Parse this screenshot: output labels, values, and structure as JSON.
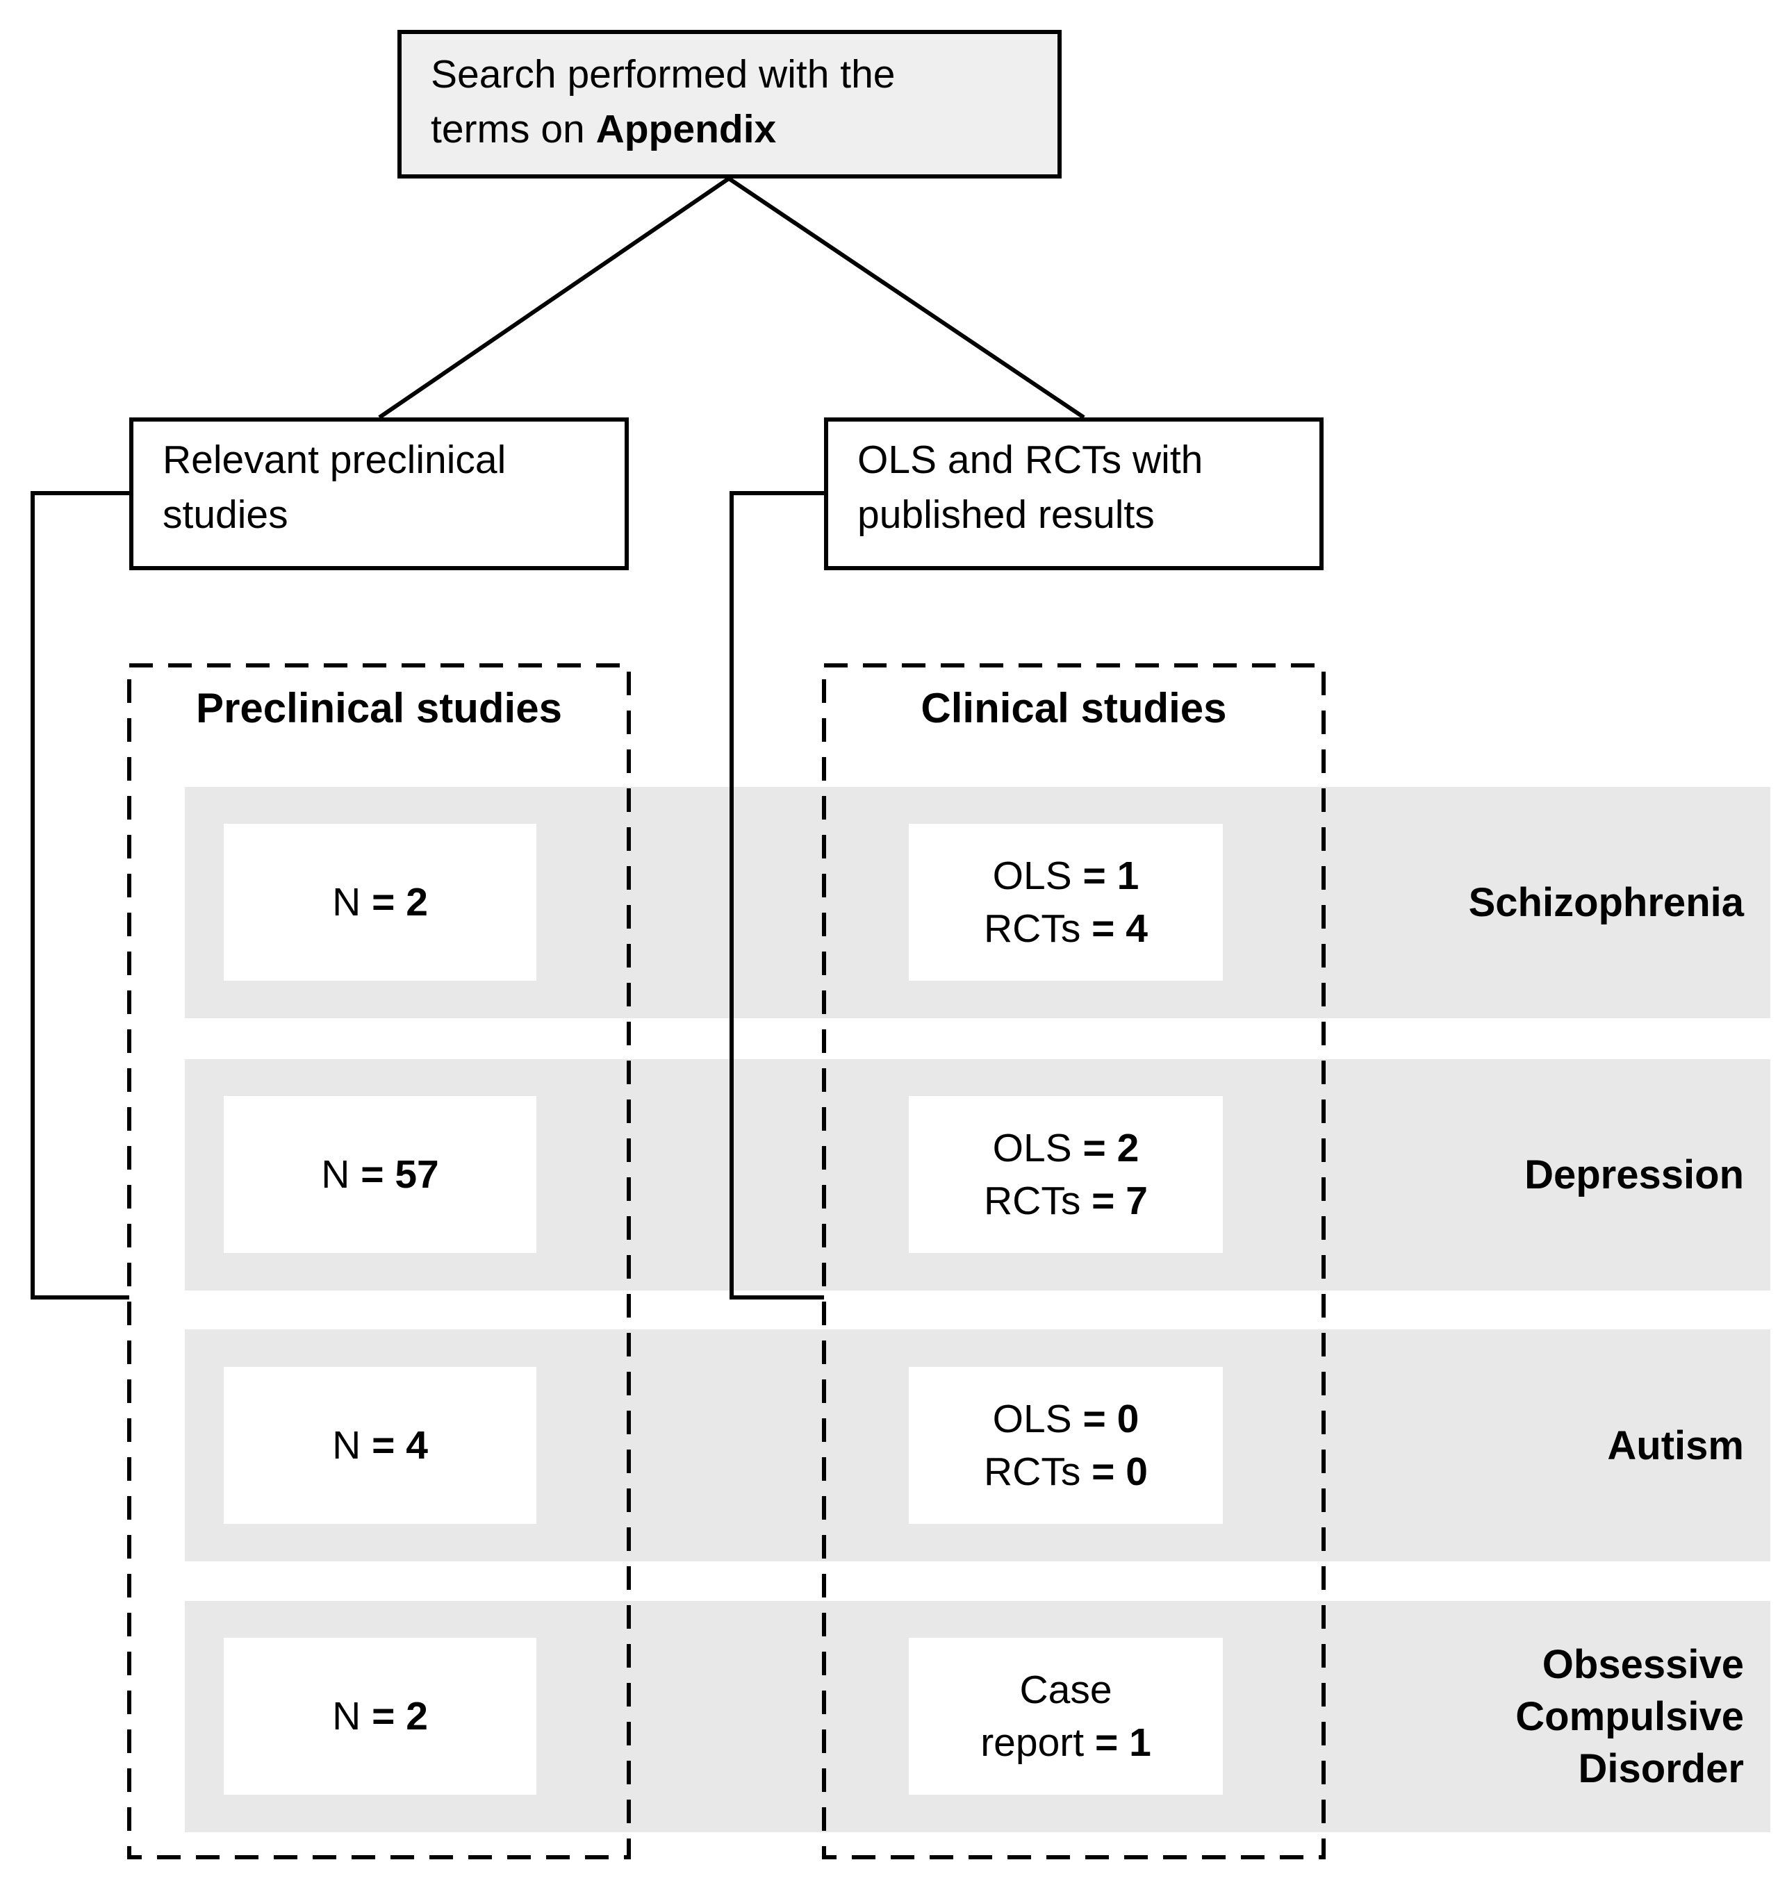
{
  "diagram": {
    "top_box": {
      "line1": "Search performed with the",
      "line2_prefix": "terms on ",
      "line2_bold": "Appendix"
    },
    "branch_left": {
      "text": "Relevant preclinical studies"
    },
    "branch_right": {
      "text": "OLS and RCTs with published results"
    },
    "panels": {
      "preclinical_title": "Preclinical studies",
      "clinical_title": "Clinical studies"
    },
    "rows": [
      {
        "condition": "Schizophrenia",
        "preclinical_prefix": "N ",
        "preclinical_bold": "= 2",
        "clinical_line1_prefix": "OLS ",
        "clinical_line1_bold": "= 1",
        "clinical_line2_prefix": "RCTs ",
        "clinical_line2_bold": "= 4"
      },
      {
        "condition": "Depression",
        "preclinical_prefix": "N ",
        "preclinical_bold": "= 57",
        "clinical_line1_prefix": "OLS ",
        "clinical_line1_bold": "= 2",
        "clinical_line2_prefix": "RCTs ",
        "clinical_line2_bold": "= 7"
      },
      {
        "condition": "Autism",
        "preclinical_prefix": "N ",
        "preclinical_bold": "= 4",
        "clinical_line1_prefix": "OLS ",
        "clinical_line1_bold": "= 0",
        "clinical_line2_prefix": "RCTs ",
        "clinical_line2_bold": "= 0"
      },
      {
        "condition": "Obsessive\nCompulsive\nDisorder",
        "preclinical_prefix": "N ",
        "preclinical_bold": "= 2",
        "clinical_line1_prefix": "Case",
        "clinical_line1_bold": "",
        "clinical_line2_prefix": "report ",
        "clinical_line2_bold": "= 1"
      }
    ],
    "colors": {
      "band_gray": "#e8e8e8",
      "top_box_fill": "#efefef",
      "line_black": "#000000",
      "box_white": "#ffffff"
    }
  }
}
